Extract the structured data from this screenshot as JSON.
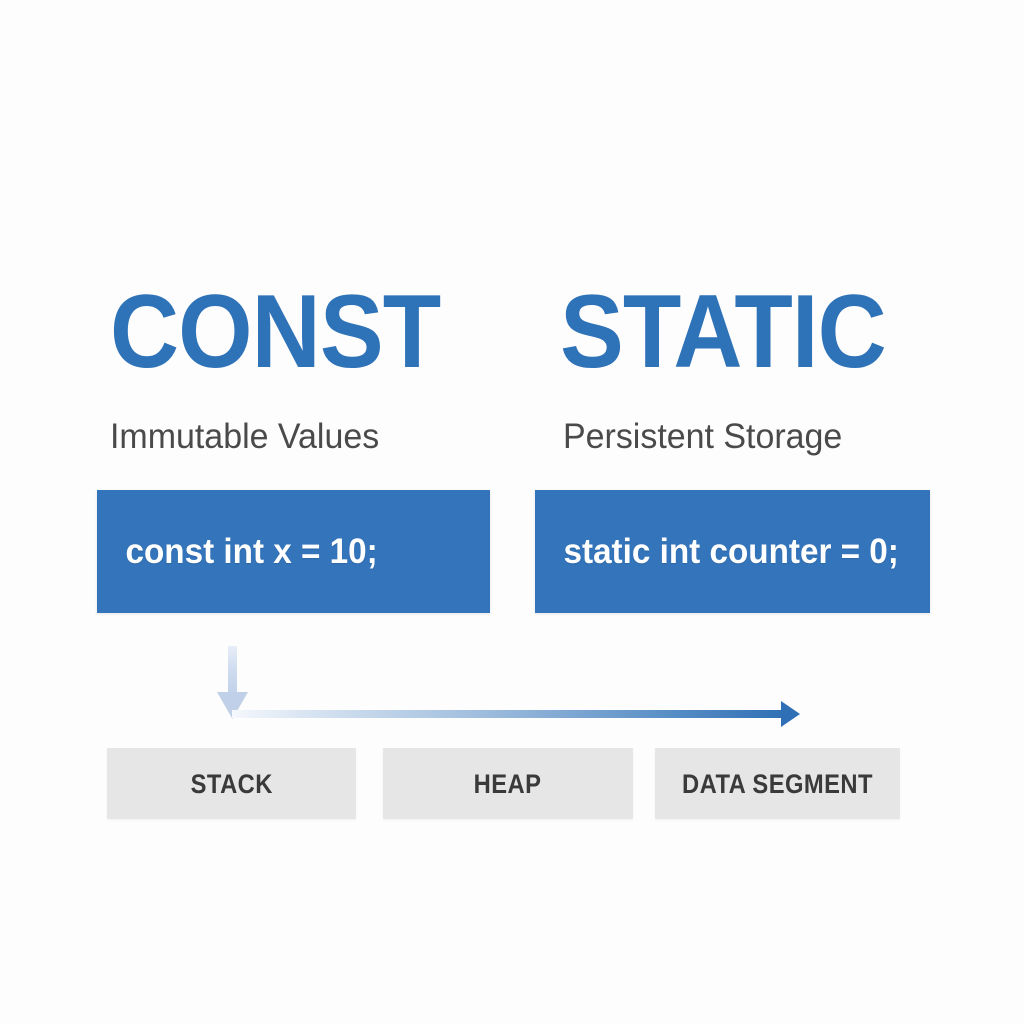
{
  "diagram": {
    "background_color": "#fdfdfd",
    "accent_blue": "#2e72b8",
    "code_box_blue": "#3374bb",
    "memory_box_gray": "#e6e6e6",
    "arrow_light_blue": "#c6d6ec",
    "arrow_solid_blue": "#2f6fb5"
  },
  "columns": [
    {
      "title": "CONST",
      "subtitle": "Immutable Values",
      "code": "const int x = 10;"
    },
    {
      "title": "STATIC",
      "subtitle": "Persistent Storage",
      "code": "static int counter = 0;"
    }
  ],
  "memory_segments": [
    {
      "label": "STACK"
    },
    {
      "label": "HEAP"
    },
    {
      "label": "DATA SEGMENT"
    }
  ],
  "arrows": [
    {
      "name": "const-to-stack-arrow",
      "direction": "down"
    },
    {
      "name": "static-to-data-segment-arrow",
      "direction": "right"
    }
  ]
}
